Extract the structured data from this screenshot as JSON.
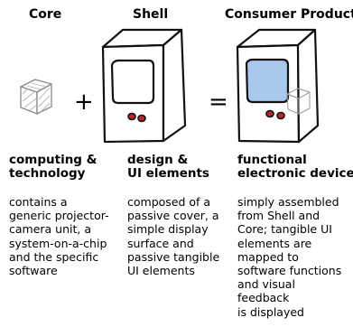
{
  "columns": [
    {
      "heading": "Core",
      "subheading": [
        "computing &",
        "technology"
      ],
      "description": [
        "contains a",
        "generic projector-",
        "camera unit, a",
        "system-on-a-chip",
        "and the specific",
        "software"
      ]
    },
    {
      "heading": "Shell",
      "subheading": [
        "design &",
        "UI elements"
      ],
      "description": [
        "composed of a",
        "passive cover, a",
        "simple display",
        "surface and",
        "passive tangible",
        "UI elements"
      ]
    },
    {
      "heading": "Consumer Product",
      "subheading": [
        "functional",
        "electronic device"
      ],
      "description": [
        "simply assembled",
        "from Shell and",
        "Core; tangible UI",
        "elements are",
        "mapped to",
        "software functions",
        "and visual",
        "feedback",
        "is displayed"
      ]
    }
  ],
  "operators": {
    "plus": "+",
    "equals": "="
  },
  "colors": {
    "screen_blue": "#a9c8ee",
    "knob_red": "#b8282a",
    "hatch_gray": "#9a9a9a"
  }
}
